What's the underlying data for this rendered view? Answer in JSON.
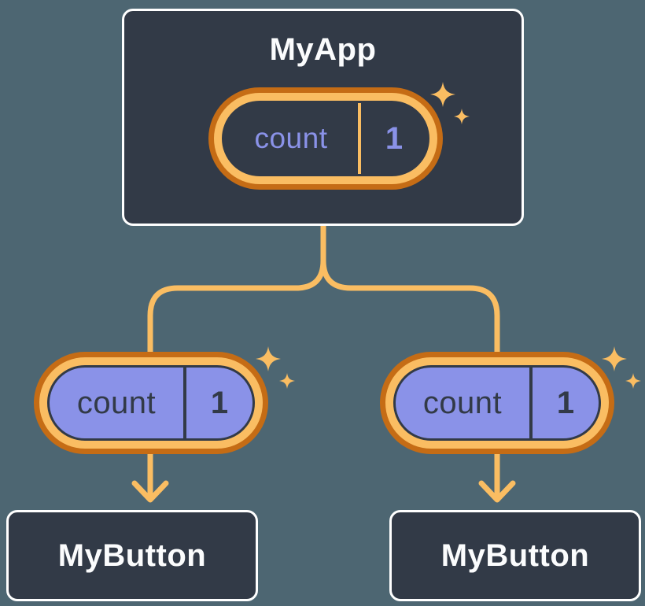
{
  "diagram": {
    "root": {
      "title": "MyApp",
      "state": {
        "name": "count",
        "value": "1"
      }
    },
    "children": [
      {
        "title": "MyButton",
        "state": {
          "name": "count",
          "value": "1"
        }
      },
      {
        "title": "MyButton",
        "state": {
          "name": "count",
          "value": "1"
        }
      }
    ],
    "icons": {
      "sparkle": "✦",
      "arrow_down": "↓"
    },
    "colors": {
      "background": "#4D6672",
      "node_fill": "#323A47",
      "node_border": "#FFFFFF",
      "orange_dark": "#C56C15",
      "orange_light": "#FABD62",
      "purple": "#8A92E8",
      "text_light": "#FBFCFD"
    }
  }
}
